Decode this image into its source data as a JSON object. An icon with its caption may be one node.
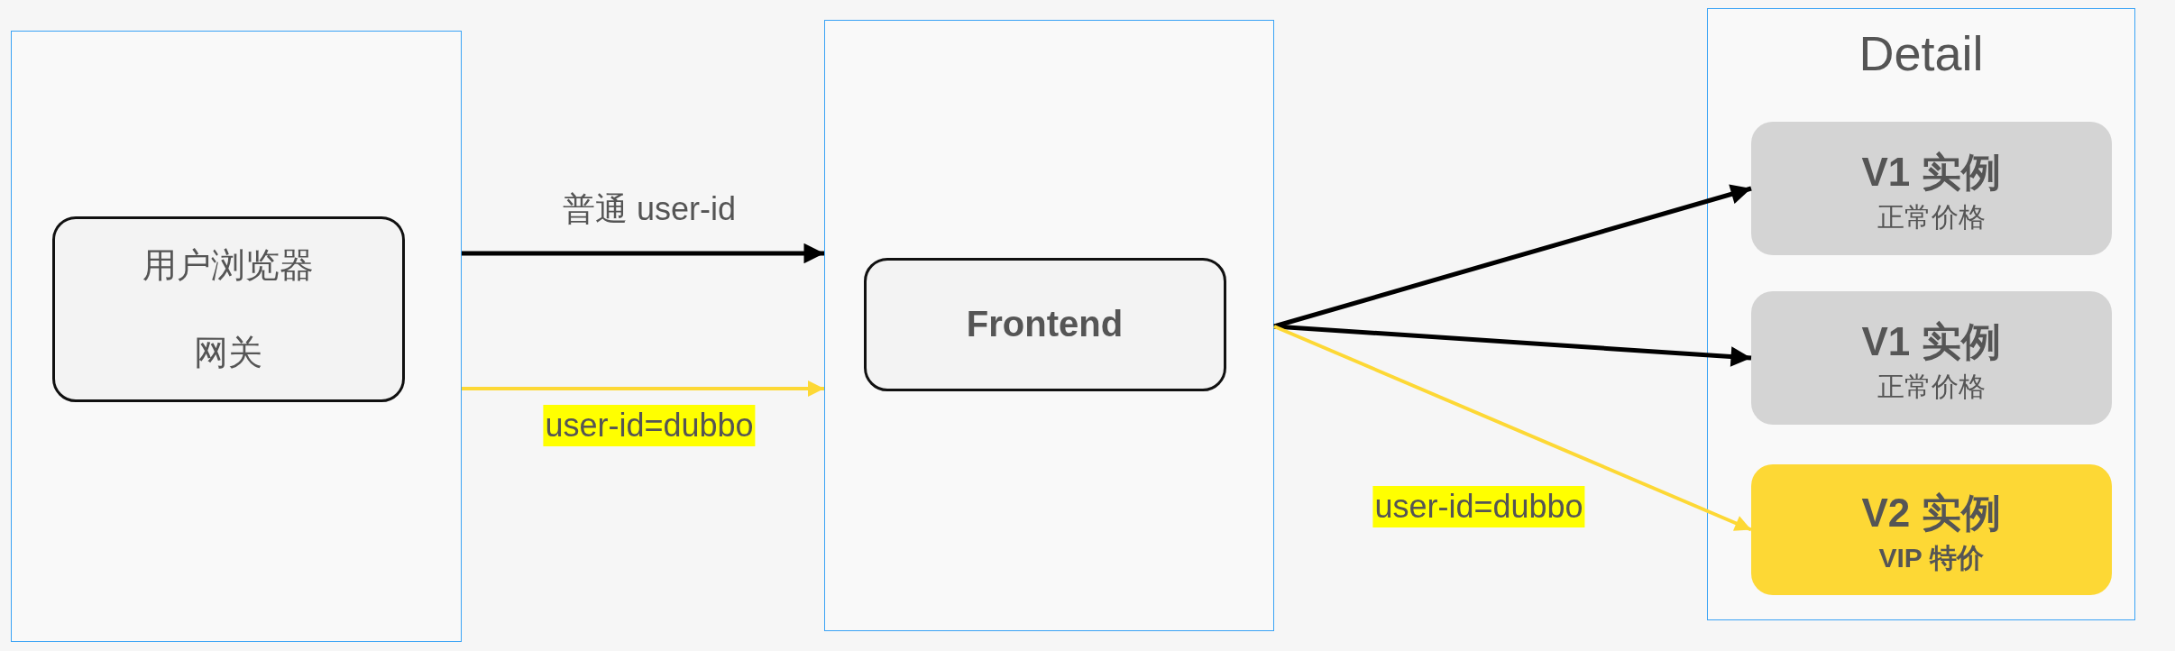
{
  "diagram": {
    "nodes": [
      {
        "text": [],
        "shape": "box"
      },
      {
        "text": [
          "用户浏览器",
          "网关"
        ],
        "in": 0
      },
      {
        "text": [],
        "shape": "box"
      },
      {
        "text": [
          "Frontend"
        ],
        "in": 2
      },
      {
        "text": [
          "Detail"
        ]
      },
      {
        "text": [
          "V1 实例",
          "正常价格"
        ],
        "in": 4
      },
      {
        "text": [
          "V1 实例",
          "正常价格"
        ],
        "in": 4
      },
      {
        "text": [
          "V2 实例",
          "VIP 特价"
        ],
        "in": 4
      }
    ],
    "edges": [
      {
        "from": 0,
        "to": 2,
        "arrow": "to",
        "label": "普通 user-id"
      },
      {
        "from": 0,
        "to": 2,
        "arrow": "to",
        "label": "user-id=dubbo",
        "color": "#fdd835"
      },
      {
        "from": 2,
        "to": 5,
        "arrow": "to"
      },
      {
        "from": 2,
        "to": 6,
        "arrow": "to"
      },
      {
        "from": 2,
        "to": 7,
        "arrow": "to",
        "label": "user-id=dubbo",
        "color": "#fdd835"
      }
    ]
  }
}
